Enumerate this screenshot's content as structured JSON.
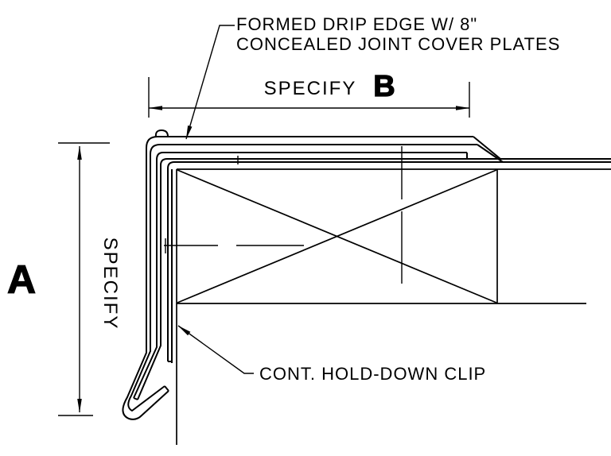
{
  "colors": {
    "line": "#000000",
    "background": "#ffffff",
    "text": "#000000"
  },
  "callouts": {
    "drip_edge": {
      "line1": "FORMED DRIP EDGE W/ 8\"",
      "line2": "CONCEALED JOINT COVER PLATES"
    },
    "hold_down_clip": {
      "label": "CONT. HOLD-DOWN CLIP"
    }
  },
  "dimensions": {
    "horizontal": {
      "label": "SPECIFY",
      "ref": "B"
    },
    "vertical": {
      "label": "SPECIFY",
      "ref": "A"
    }
  }
}
